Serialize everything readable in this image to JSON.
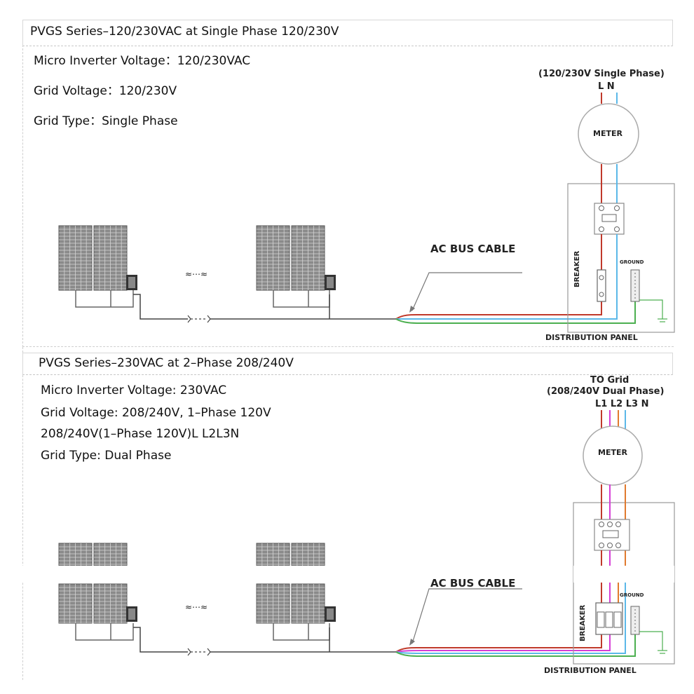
{
  "top": {
    "title": "PVGS Series–120/230VAC at  Single Phase 120/230V",
    "info": [
      "Micro Inverter Voltage：120/230VAC",
      "Grid Voltage：120/230V",
      "Grid Type：Single Phase"
    ],
    "grid_label": "(120/230V Single Phase)",
    "line_labels": "L N",
    "meter_label": "METER",
    "cable_label": "AC BUS CABLE",
    "breaker_label": "BREAKER",
    "ground_label": "GROUND",
    "panel_label": "DISTRIBUTION PANEL",
    "ellipsis": "≈⋯≈"
  },
  "bottom": {
    "title": "PVGS Series–230VAC at  2–Phase 208/240V",
    "info": [
      "Micro Inverter Voltage: 230VAC",
      "Grid Voltage: 208/240V, 1–Phase 120V",
      "208/240V(1–Phase 120V)L L2L3N",
      "Grid Type: Dual Phase"
    ],
    "to_grid": "TO Grid",
    "grid_label": "(208/240V Dual Phase)",
    "line_labels": "L1 L2 L3 N",
    "meter_label": "METER",
    "cable_label": "AC BUS CABLE",
    "breaker_label": "BREAKER",
    "ground_label": "GROUND",
    "panel_label": "DISTRIBUTION PANEL",
    "ellipsis": "≈⋯≈"
  },
  "colors": {
    "line_L": "#c0392b",
    "line_N": "#5bb8e8",
    "line_L2": "#d63fd6",
    "line_L3": "#e07a2e",
    "ground": "#4caf50",
    "panel_cell": "#8a8a8a"
  },
  "icons": [
    "solar-panel-icon",
    "micro-inverter-icon",
    "meter-icon",
    "breaker-icon",
    "ground-bar-icon"
  ]
}
